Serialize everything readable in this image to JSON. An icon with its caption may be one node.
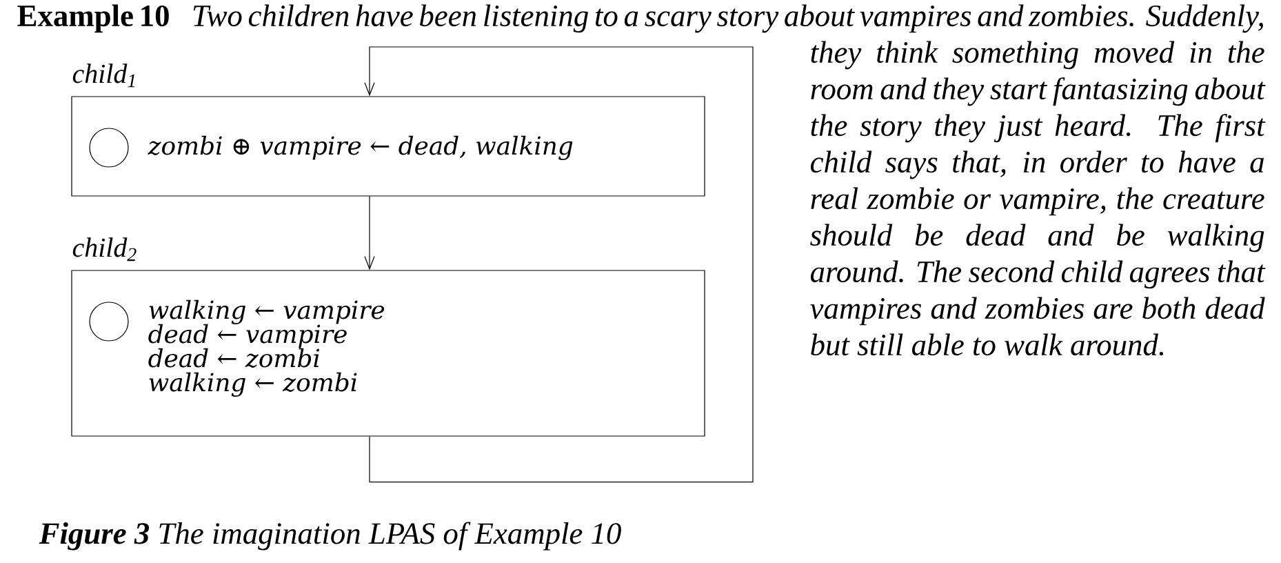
{
  "diagram": {
    "title": "Example 10",
    "caption": "**Figure 3** The imagination LPAS of Example 10",
    "nodes": [
      {
        "text": [
          "child$_{1}$",
          "zombi ⊕ vampire ← dead, walking"
        ]
      },
      {
        "text": [
          "child$_{2}$",
          "walking ← vampire",
          "dead ← vampire",
          "dead ← zombi",
          "walking ← zombi"
        ]
      }
    ],
    "edges": [
      {
        "from": 0,
        "to": 1,
        "arrow": "to"
      },
      {
        "from": 1,
        "to": 0,
        "arrow": "to"
      }
    ],
    "labels": [
      "Two children have been listening to a scary story about vampires and zombies. Suddenly, they think something moved in the room and they start fantasizing about the story they just heard. The first child says that, in order to have a real zombie or vampire, the creature should be dead and be walking around. The second child agrees that vampires and zombies are both dead but still able to walk around."
    ]
  }
}
